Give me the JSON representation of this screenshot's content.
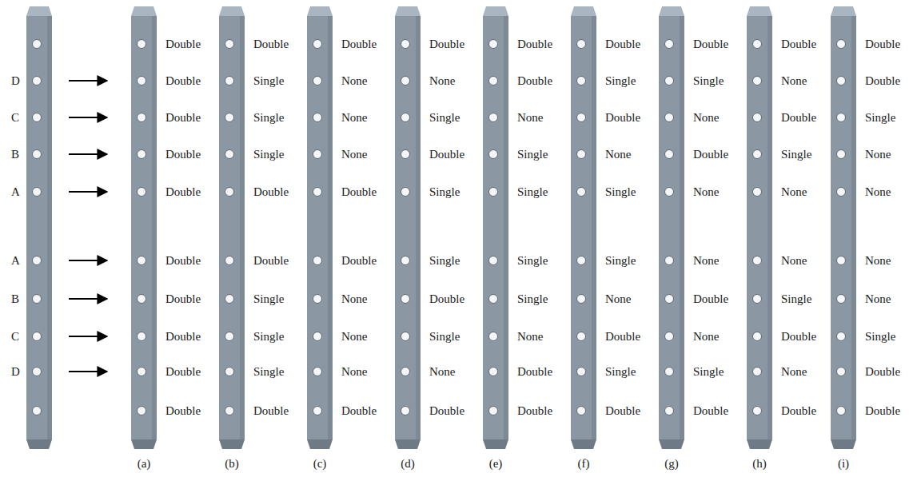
{
  "diagram": {
    "labels": [
      "D",
      "C",
      "B",
      "A",
      "A",
      "B",
      "C",
      "D",
      "Double",
      "Double",
      "Double",
      "Double",
      "Double",
      "Double",
      "Double",
      "Double",
      "Double",
      "Double",
      "Double",
      "Single",
      "Single",
      "Single",
      "Double",
      "Double",
      "Single",
      "Single",
      "Single",
      "Double",
      "Double",
      "None",
      "None",
      "None",
      "Double",
      "Double",
      "None",
      "None",
      "None",
      "Double",
      "Double",
      "None",
      "Single",
      "Double",
      "Single",
      "Single",
      "Double",
      "Single",
      "None",
      "Double",
      "Double",
      "Double",
      "None",
      "Single",
      "Single",
      "Single",
      "Single",
      "None",
      "Double",
      "Double",
      "Double",
      "Single",
      "Double",
      "None",
      "Single",
      "Single",
      "None",
      "Double",
      "Single",
      "Double",
      "Double",
      "Single",
      "None",
      "Double",
      "None",
      "None",
      "Double",
      "None",
      "Single",
      "Double",
      "Double",
      "None",
      "Double",
      "Single",
      "None",
      "None",
      "Single",
      "Double",
      "None",
      "Double",
      "Double",
      "Double",
      "Single",
      "None",
      "None",
      "None",
      "None",
      "Single",
      "Double",
      "Double",
      "(a)",
      "(b)",
      "(c)",
      "(d)",
      "(e)",
      "(f)",
      "(g)",
      "(h)",
      "(i)"
    ]
  }
}
